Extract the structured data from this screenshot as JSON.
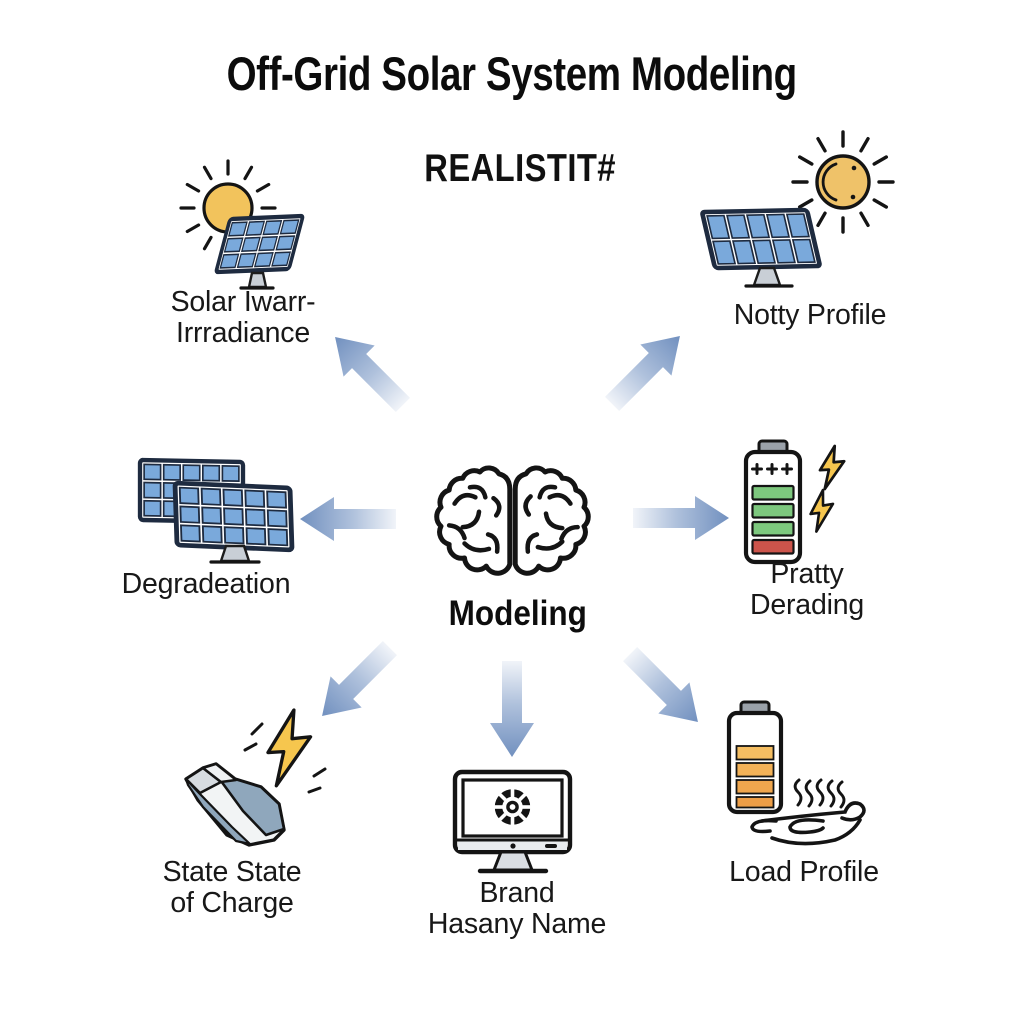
{
  "page": {
    "title": "Off-Grid Solar System Modeling",
    "subtitle": "REALISTIT#"
  },
  "center": {
    "label": "Modeling",
    "icon": "brain-icon"
  },
  "nodes": {
    "solar_irradiance": {
      "line1": "Solar Iwarr-",
      "line2": "Irrradiance",
      "icon": "sun-over-solar-panel-icon",
      "position": "top-left"
    },
    "notty_profile": {
      "line1": "Notty Profile",
      "icon": "solar-panel-with-sun-icon",
      "position": "top-right"
    },
    "degradation": {
      "line1": "Degradeation",
      "icon": "double-solar-panel-icon",
      "position": "middle-left"
    },
    "battery_derating": {
      "line1": "Pratty",
      "line2": "Derading",
      "icon": "battery-lightning-icon",
      "position": "middle-right"
    },
    "state_of_charge": {
      "line1": "State State",
      "line2": "of Charge",
      "icon": "wedge-lightning-icon",
      "position": "bottom-left"
    },
    "brand_name": {
      "line1": "Brand",
      "line2": "Hasany Name",
      "icon": "monitor-gear-icon",
      "position": "bottom-center"
    },
    "load_profile": {
      "line1": "Load Profile",
      "icon": "battery-hand-heat-icon",
      "position": "bottom-right"
    }
  },
  "arrows": [
    "up-left",
    "up-right",
    "left",
    "right",
    "down-left",
    "down",
    "down-right"
  ],
  "colors": {
    "background": "#FFFFFF",
    "text": "#161616",
    "arrow_light": "#F0F3F8",
    "arrow_dark": "#7190BF",
    "sun": "#F2C35C",
    "panel_cell": "#7AA9DB",
    "panel_frame": "#1E2B40",
    "battery_green": "#7DC87E",
    "battery_red": "#CC544B",
    "battery_orange": "#F2AC52",
    "lightning": "#F6C64E",
    "wedge_slate": "#8FA7BC",
    "stand_gray": "#C9CFD6"
  }
}
